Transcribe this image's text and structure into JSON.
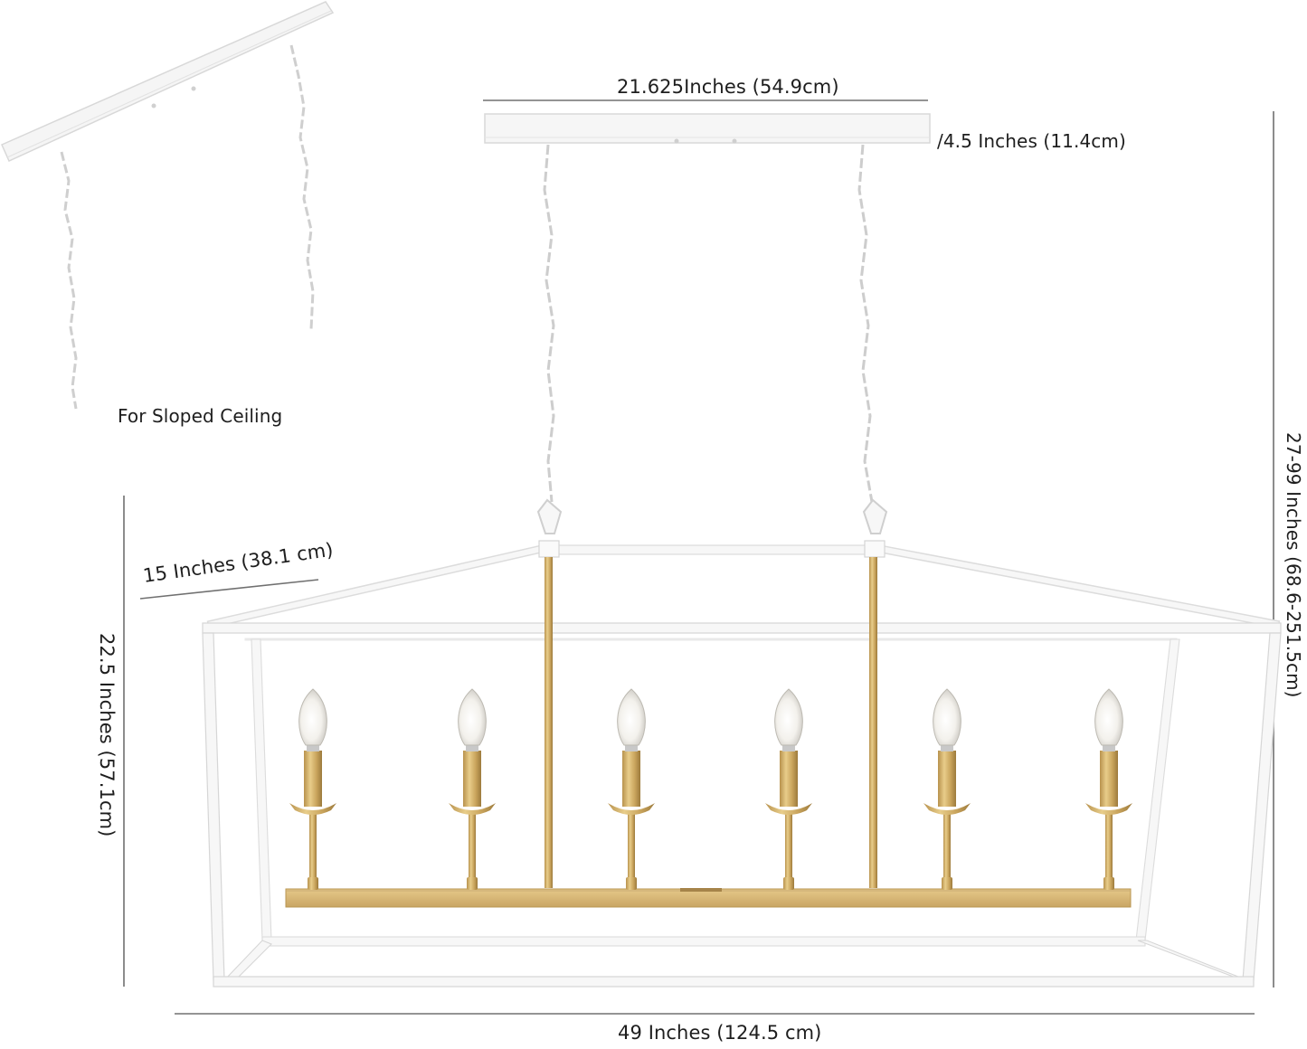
{
  "product": {
    "type": "6-light linear lantern chandelier dimension diagram",
    "colors": {
      "frame": "#f4f4f4",
      "frame_edge": "#d6d6d6",
      "brass": "#d4b068",
      "brass_dark": "#a88443",
      "dimension_line": "#707070",
      "text": "#1e1e1e"
    },
    "candle_count": 6
  },
  "dimensions": {
    "canopy_length": "21.625Inches (54.9cm)",
    "canopy_depth": "/4.5 Inches (11.4cm)",
    "frame_depth": "15 Inches (38.1 cm)",
    "frame_height": "22.5 Inches (57.1cm)",
    "overall_height": "27-99 Inches (68.6-251.5cm)",
    "overall_width": "49 Inches (124.5 cm)"
  },
  "inset": {
    "caption": "For Sloped Ceiling"
  }
}
